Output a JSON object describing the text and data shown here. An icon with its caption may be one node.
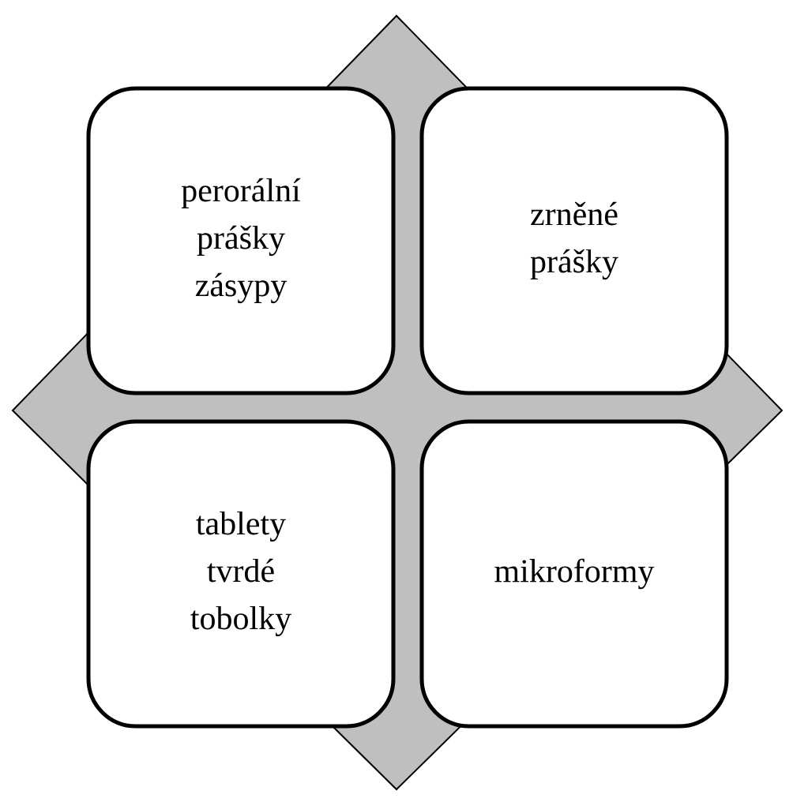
{
  "diagram": {
    "nodes": [
      {
        "text": [
          "perorální prášky",
          "zásypy"
        ]
      },
      {
        "text": [
          "zrněné prášky"
        ]
      },
      {
        "text": [
          "tablety",
          "tvrdé tobolky"
        ]
      },
      {
        "text": [
          "mikroformy"
        ]
      }
    ]
  }
}
